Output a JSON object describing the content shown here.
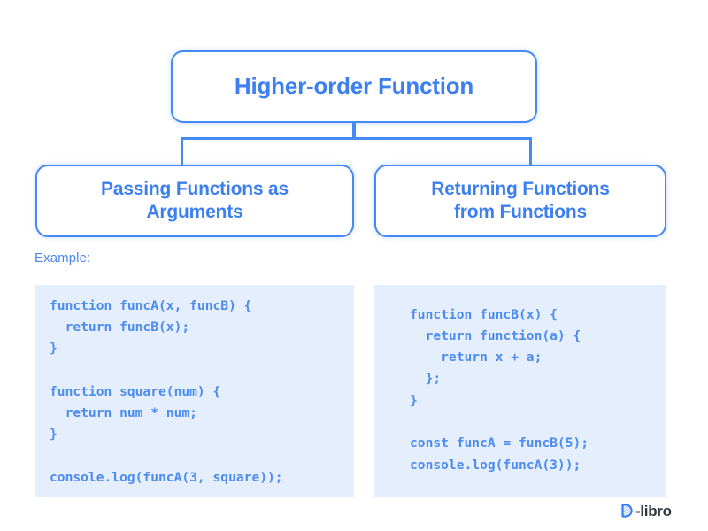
{
  "diagram": {
    "root": {
      "label": "Higher-order Function"
    },
    "branches": [
      {
        "label": "Passing Functions as\nArguments"
      },
      {
        "label": "Returning Functions\nfrom Functions"
      }
    ],
    "example_label": "Example:",
    "code_blocks": [
      {
        "language": "javascript",
        "code": "function funcA(x, funcB) {\n  return funcB(x);\n}\n\nfunction square(num) {\n  return num * num;\n}\n\nconsole.log(funcA(3, square));"
      },
      {
        "language": "javascript",
        "code": "function funcB(x) {\n  return function(a) {\n    return x + a;\n  };\n}\n\nconst funcA = funcB(5);\nconsole.log(funcA(3));"
      }
    ]
  },
  "branding": {
    "logo_text": "-libro",
    "logo_mark": "d-letter-icon"
  },
  "colors": {
    "accent": "#4589f5",
    "heading_text": "#3c7ff0",
    "code_text": "#4d8cf0",
    "code_background": "#e5eefc",
    "page_background": "#ffffff",
    "logo_text_color": "#30383f"
  }
}
